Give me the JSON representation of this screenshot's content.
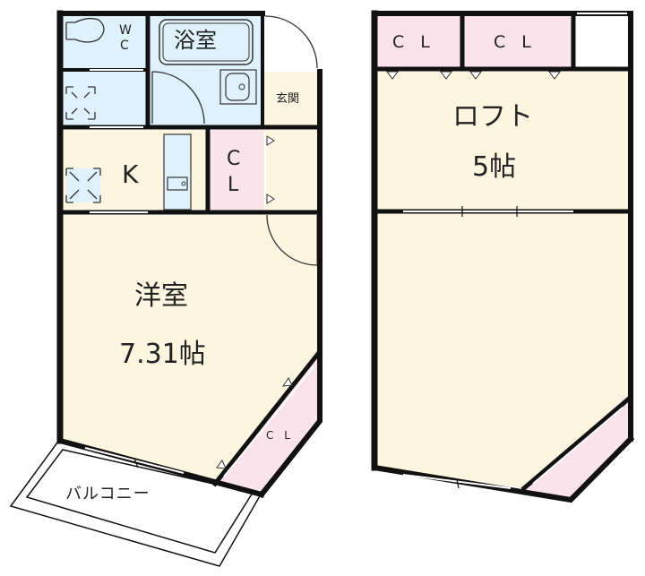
{
  "floor1": {
    "wc": {
      "label_w": "W",
      "label_c": "C"
    },
    "bath": {
      "label": "浴室"
    },
    "entrance": {
      "label": "玄関"
    },
    "kitchen": {
      "label": "K"
    },
    "closet": {
      "label_c": "C",
      "label_l": "L"
    },
    "western_room": {
      "label": "洋室",
      "size": "7.31帖"
    },
    "corner_closet": {
      "label": "C L"
    },
    "balcony": {
      "label": "バルコニー"
    }
  },
  "floor2": {
    "closet_left": {
      "label": "C L"
    },
    "closet_right": {
      "label": "C L"
    },
    "loft": {
      "label": "ロフト",
      "size": "5帖"
    }
  },
  "colors": {
    "wet_area": "#dff1fb",
    "room": "#fdf5e0",
    "closet": "#fbe3ec",
    "wall": "#111111"
  }
}
